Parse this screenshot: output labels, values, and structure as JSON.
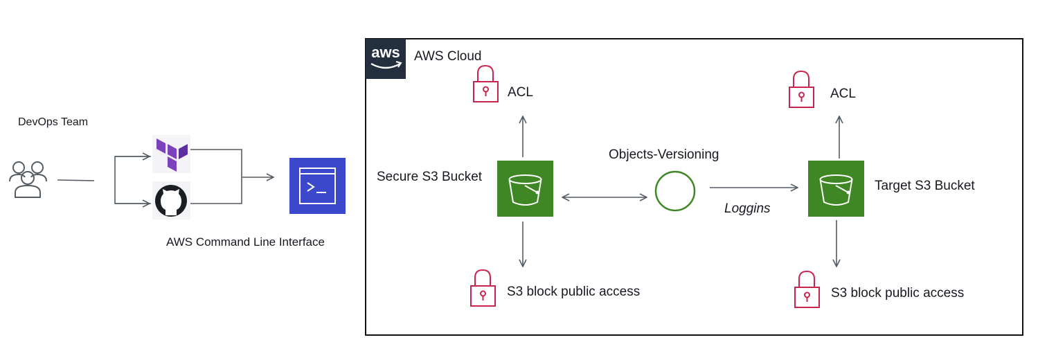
{
  "devops": {
    "label": "DevOps Team",
    "icon": "users-icon"
  },
  "tools": {
    "terraform": {
      "icon": "terraform-icon",
      "color": "#7b42bc"
    },
    "github": {
      "icon": "github-icon",
      "color": "#1b1f23"
    }
  },
  "cli": {
    "label": "AWS Command Line Interface",
    "icon": "terminal-icon",
    "color": "#3b48cc"
  },
  "cloud": {
    "label": "AWS Cloud",
    "logo_text": "aws"
  },
  "secure_bucket": {
    "label": "Secure S3 Bucket",
    "icon": "s3-bucket-icon",
    "color": "#3f8624"
  },
  "target_bucket": {
    "label": "Target S3 Bucket",
    "icon": "s3-bucket-icon",
    "color": "#3f8624"
  },
  "versioning": {
    "label": "Objects-Versioning",
    "icon": "circle-icon"
  },
  "logging": {
    "label": "Loggins"
  },
  "acl_left": {
    "label": "ACL",
    "icon": "lock-icon"
  },
  "acl_right": {
    "label": "ACL",
    "icon": "lock-icon"
  },
  "block_left": {
    "label": "S3 block public access",
    "icon": "lock-icon"
  },
  "block_right": {
    "label": "S3 block public access",
    "icon": "lock-icon"
  },
  "colors": {
    "lock": "#c7254e",
    "arrow": "#545b64",
    "aws_dark": "#232f3e",
    "aws_orange": "#ffffff"
  }
}
